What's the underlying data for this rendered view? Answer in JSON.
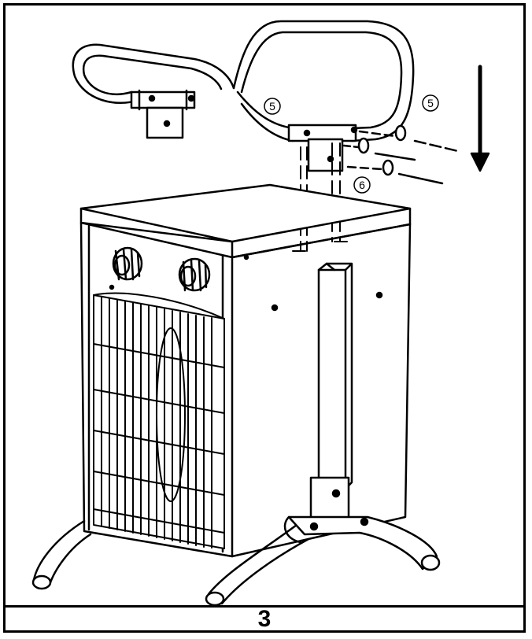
{
  "diagram": {
    "step_number": "3",
    "callouts": [
      {
        "id": "handle-left",
        "label": "5"
      },
      {
        "id": "handle-right",
        "label": "5"
      },
      {
        "id": "screw",
        "label": "6"
      }
    ]
  }
}
